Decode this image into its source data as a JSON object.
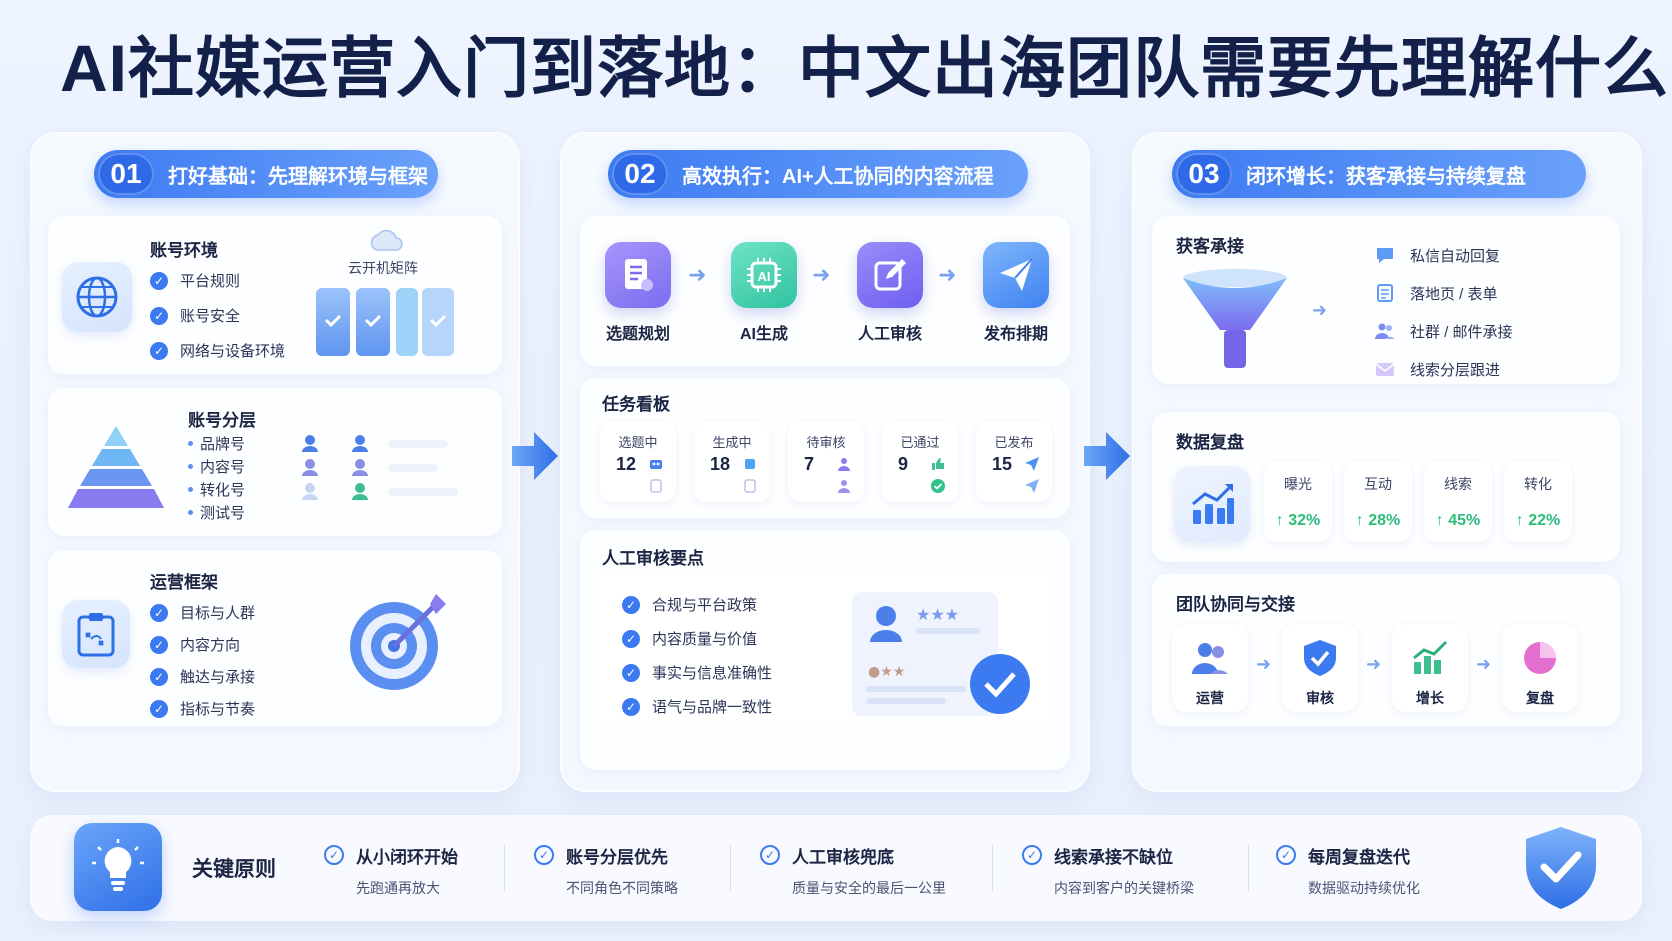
{
  "title": "AI社媒运营入门到落地：中文出海团队需要先理解什么",
  "sections": [
    {
      "num": "01",
      "title": "打好基础：先理解环境与框架"
    },
    {
      "num": "02",
      "title": "高效执行：AI+人工协同的内容流程"
    },
    {
      "num": "03",
      "title": "闭环增长：获客承接与持续复盘"
    }
  ],
  "account_env": {
    "title": "账号环境",
    "items": [
      "平台规则",
      "账号安全",
      "网络与设备环境"
    ],
    "cloud_label": "云开机矩阵",
    "icon": "globe-icon"
  },
  "account_tier": {
    "title": "账号分层",
    "items": [
      "品牌号",
      "内容号",
      "转化号",
      "测试号"
    ]
  },
  "ops_framework": {
    "title": "运营框架",
    "items": [
      "目标与人群",
      "内容方向",
      "触达与承接",
      "指标与节奏"
    ]
  },
  "workflow": {
    "steps": [
      {
        "label": "选题规划",
        "icon": "document-icon",
        "color": "#8b7cf6"
      },
      {
        "label": "AI生成",
        "icon": "ai-chip-icon",
        "color": "#3fcfb0"
      },
      {
        "label": "人工审核",
        "icon": "edit-icon",
        "color": "#7e6cf2"
      },
      {
        "label": "发布排期",
        "icon": "send-icon",
        "color": "#4f90f5"
      }
    ]
  },
  "task_board": {
    "title": "任务看板",
    "items": [
      {
        "label": "选题中",
        "count": "12"
      },
      {
        "label": "生成中",
        "count": "18"
      },
      {
        "label": "待审核",
        "count": "7"
      },
      {
        "label": "已通过",
        "count": "9"
      },
      {
        "label": "已发布",
        "count": "15"
      }
    ]
  },
  "review": {
    "title": "人工审核要点",
    "items": [
      "合规与平台政策",
      "内容质量与价值",
      "事实与信息准确性",
      "语气与品牌一致性"
    ]
  },
  "lead_capture": {
    "title": "获客承接",
    "items": [
      {
        "label": "私信自动回复",
        "icon": "chat-icon"
      },
      {
        "label": "落地页 / 表单",
        "icon": "form-icon"
      },
      {
        "label": "社群 / 邮件承接",
        "icon": "group-icon"
      },
      {
        "label": "线索分层跟进",
        "icon": "mail-icon"
      }
    ]
  },
  "data_review": {
    "title": "数据复盘",
    "metrics": [
      {
        "label": "曝光",
        "value": "↑ 32%"
      },
      {
        "label": "互动",
        "value": "↑ 28%"
      },
      {
        "label": "线索",
        "value": "↑ 45%"
      },
      {
        "label": "转化",
        "value": "↑ 22%"
      }
    ]
  },
  "team": {
    "title": "团队协同与交接",
    "items": [
      {
        "label": "运营",
        "icon": "team-icon"
      },
      {
        "label": "审核",
        "icon": "shield-check-icon"
      },
      {
        "label": "增长",
        "icon": "growth-chart-icon"
      },
      {
        "label": "复盘",
        "icon": "pie-chart-icon"
      }
    ]
  },
  "principles": {
    "title": "关键原则",
    "items": [
      {
        "title": "从小闭环开始",
        "desc": "先跑通再放大"
      },
      {
        "title": "账号分层优先",
        "desc": "不同角色不同策略"
      },
      {
        "title": "人工审核兜底",
        "desc": "质量与安全的最后一公里"
      },
      {
        "title": "线索承接不缺位",
        "desc": "内容到客户的关键桥梁"
      },
      {
        "title": "每周复盘迭代",
        "desc": "数据驱动持续优化"
      }
    ]
  },
  "colors": {
    "accent": "#3b7af0",
    "positive": "#2bbd7a",
    "title": "#12204a"
  }
}
